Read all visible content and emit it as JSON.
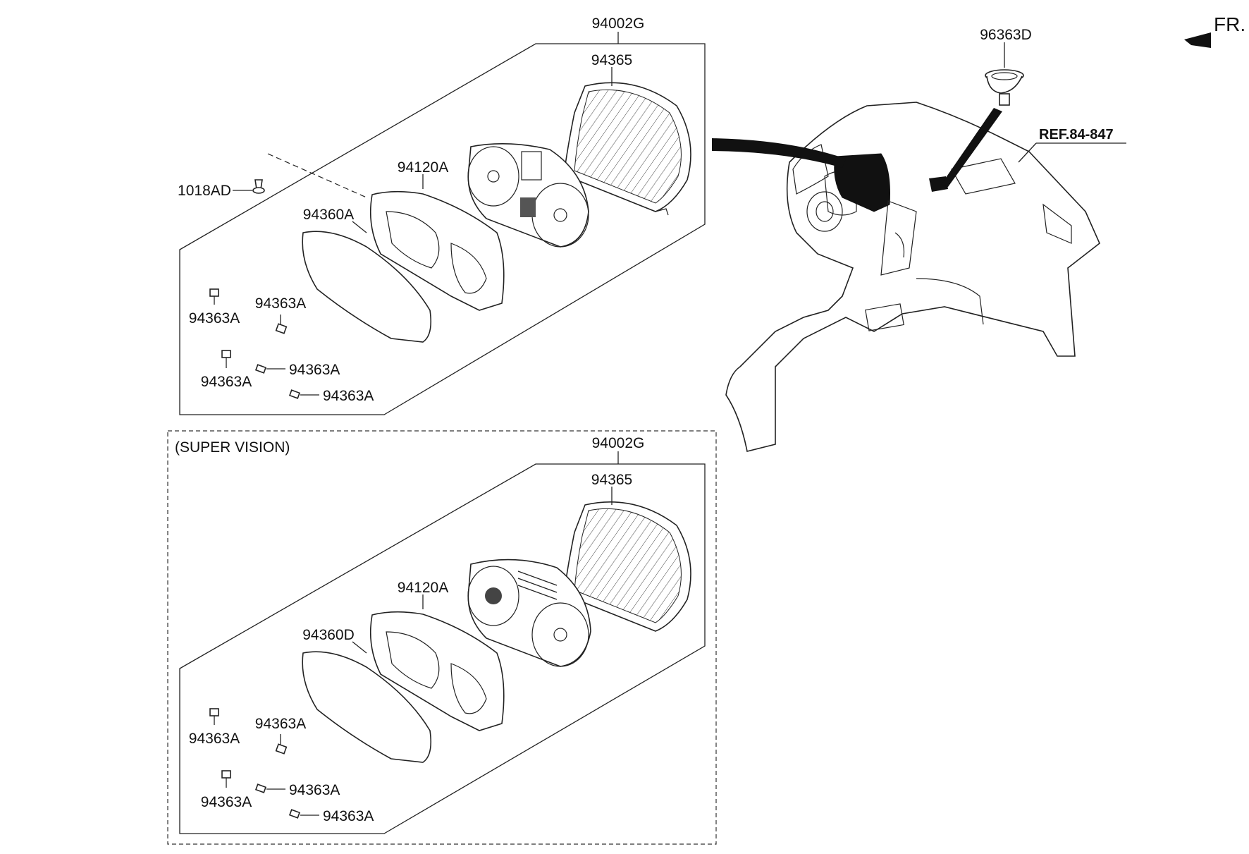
{
  "orientation": {
    "label": "FR."
  },
  "top_group": {
    "assembly": "94002G",
    "labels": {
      "housing": "94365",
      "gauge_panel": "94120A",
      "lens": "94360A",
      "screw": "1018AD",
      "clip_1": "94363A",
      "clip_2": "94363A",
      "clip_3": "94363A",
      "clip_4": "94363A",
      "clip_5": "94363A"
    }
  },
  "bottom_group": {
    "title": "(SUPER VISION)",
    "assembly": "94002G",
    "labels": {
      "housing": "94365",
      "gauge_panel": "94120A",
      "lens": "94360D",
      "clip_1": "94363A",
      "clip_2": "94363A",
      "clip_3": "94363A",
      "clip_4": "94363A",
      "clip_5": "94363A"
    }
  },
  "dashboard": {
    "speaker": "96363D",
    "reference": "REF.84-847"
  }
}
